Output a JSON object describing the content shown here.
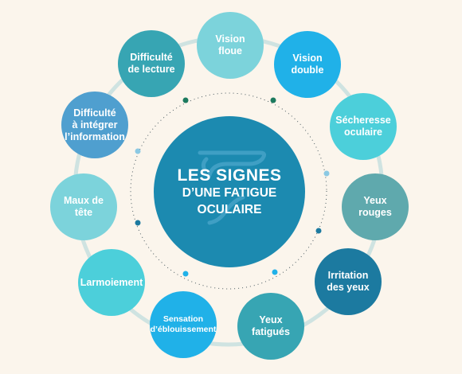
{
  "center": {
    "line1": "LES SIGNES",
    "line2": "D’UNE FATIGUE",
    "line3": "OCULAIRE"
  },
  "signs": [
    {
      "label": "Vision\nfloue",
      "color": "#7cd3db"
    },
    {
      "label": "Vision\ndouble",
      "color": "#20b1e8"
    },
    {
      "label": "Sécheresse\noculaire",
      "color": "#4ccfda"
    },
    {
      "label": "Yeux\nrouges",
      "color": "#5fa9ad"
    },
    {
      "label": "Irritation\ndes yeux",
      "color": "#1c7aa0"
    },
    {
      "label": "Yeux\nfatigués",
      "color": "#37a5b3"
    },
    {
      "label": "Sensation\nd’éblouissement",
      "color": "#20b1e8"
    },
    {
      "label": "Larmoiement",
      "color": "#4ccfda"
    },
    {
      "label": "Maux de\ntête",
      "color": "#7cd3db"
    },
    {
      "label": "Difficulté\nà intégrer\nl’information",
      "color": "#4f9fcf"
    },
    {
      "label": "Difficulté\nde lecture",
      "color": "#37a5b3"
    }
  ],
  "colors": {
    "background": "#fbf5ec",
    "ring": "#cfe3e1",
    "center": "#1c8ab0"
  }
}
